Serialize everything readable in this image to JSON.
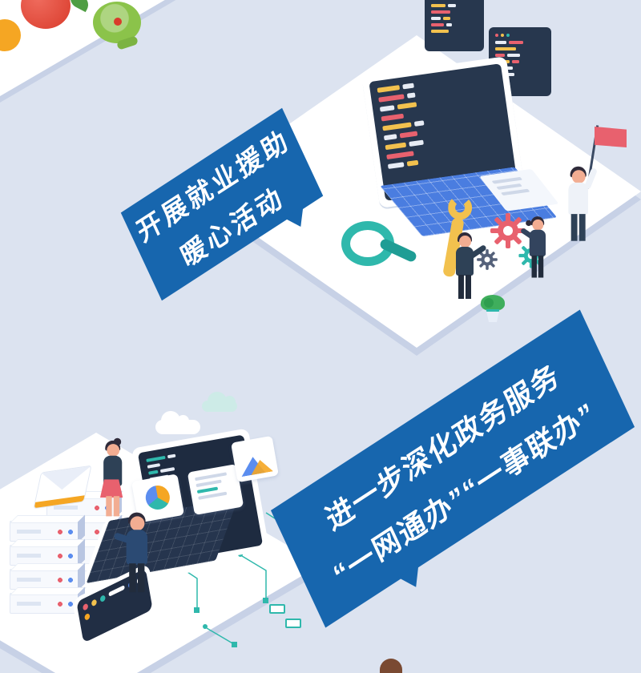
{
  "poster": {
    "banner_employment": {
      "line1": "开展就业援助",
      "line2": "暖心活动"
    },
    "banner_gov": {
      "line1": "进一步深化政务服务",
      "line2": "“一网通办”“一事联办”"
    }
  },
  "colors": {
    "bg": "#dce3f0",
    "banner-blue": "#1766ae",
    "screen-dark": "#27374e",
    "keyboard-blue": "#4a7de0",
    "teal": "#2fb8ac",
    "yellow": "#f2c14e",
    "red": "#e8616e",
    "blue": "#5b8def",
    "orange": "#f5a623",
    "platform-edge": "#c7d1e6"
  }
}
